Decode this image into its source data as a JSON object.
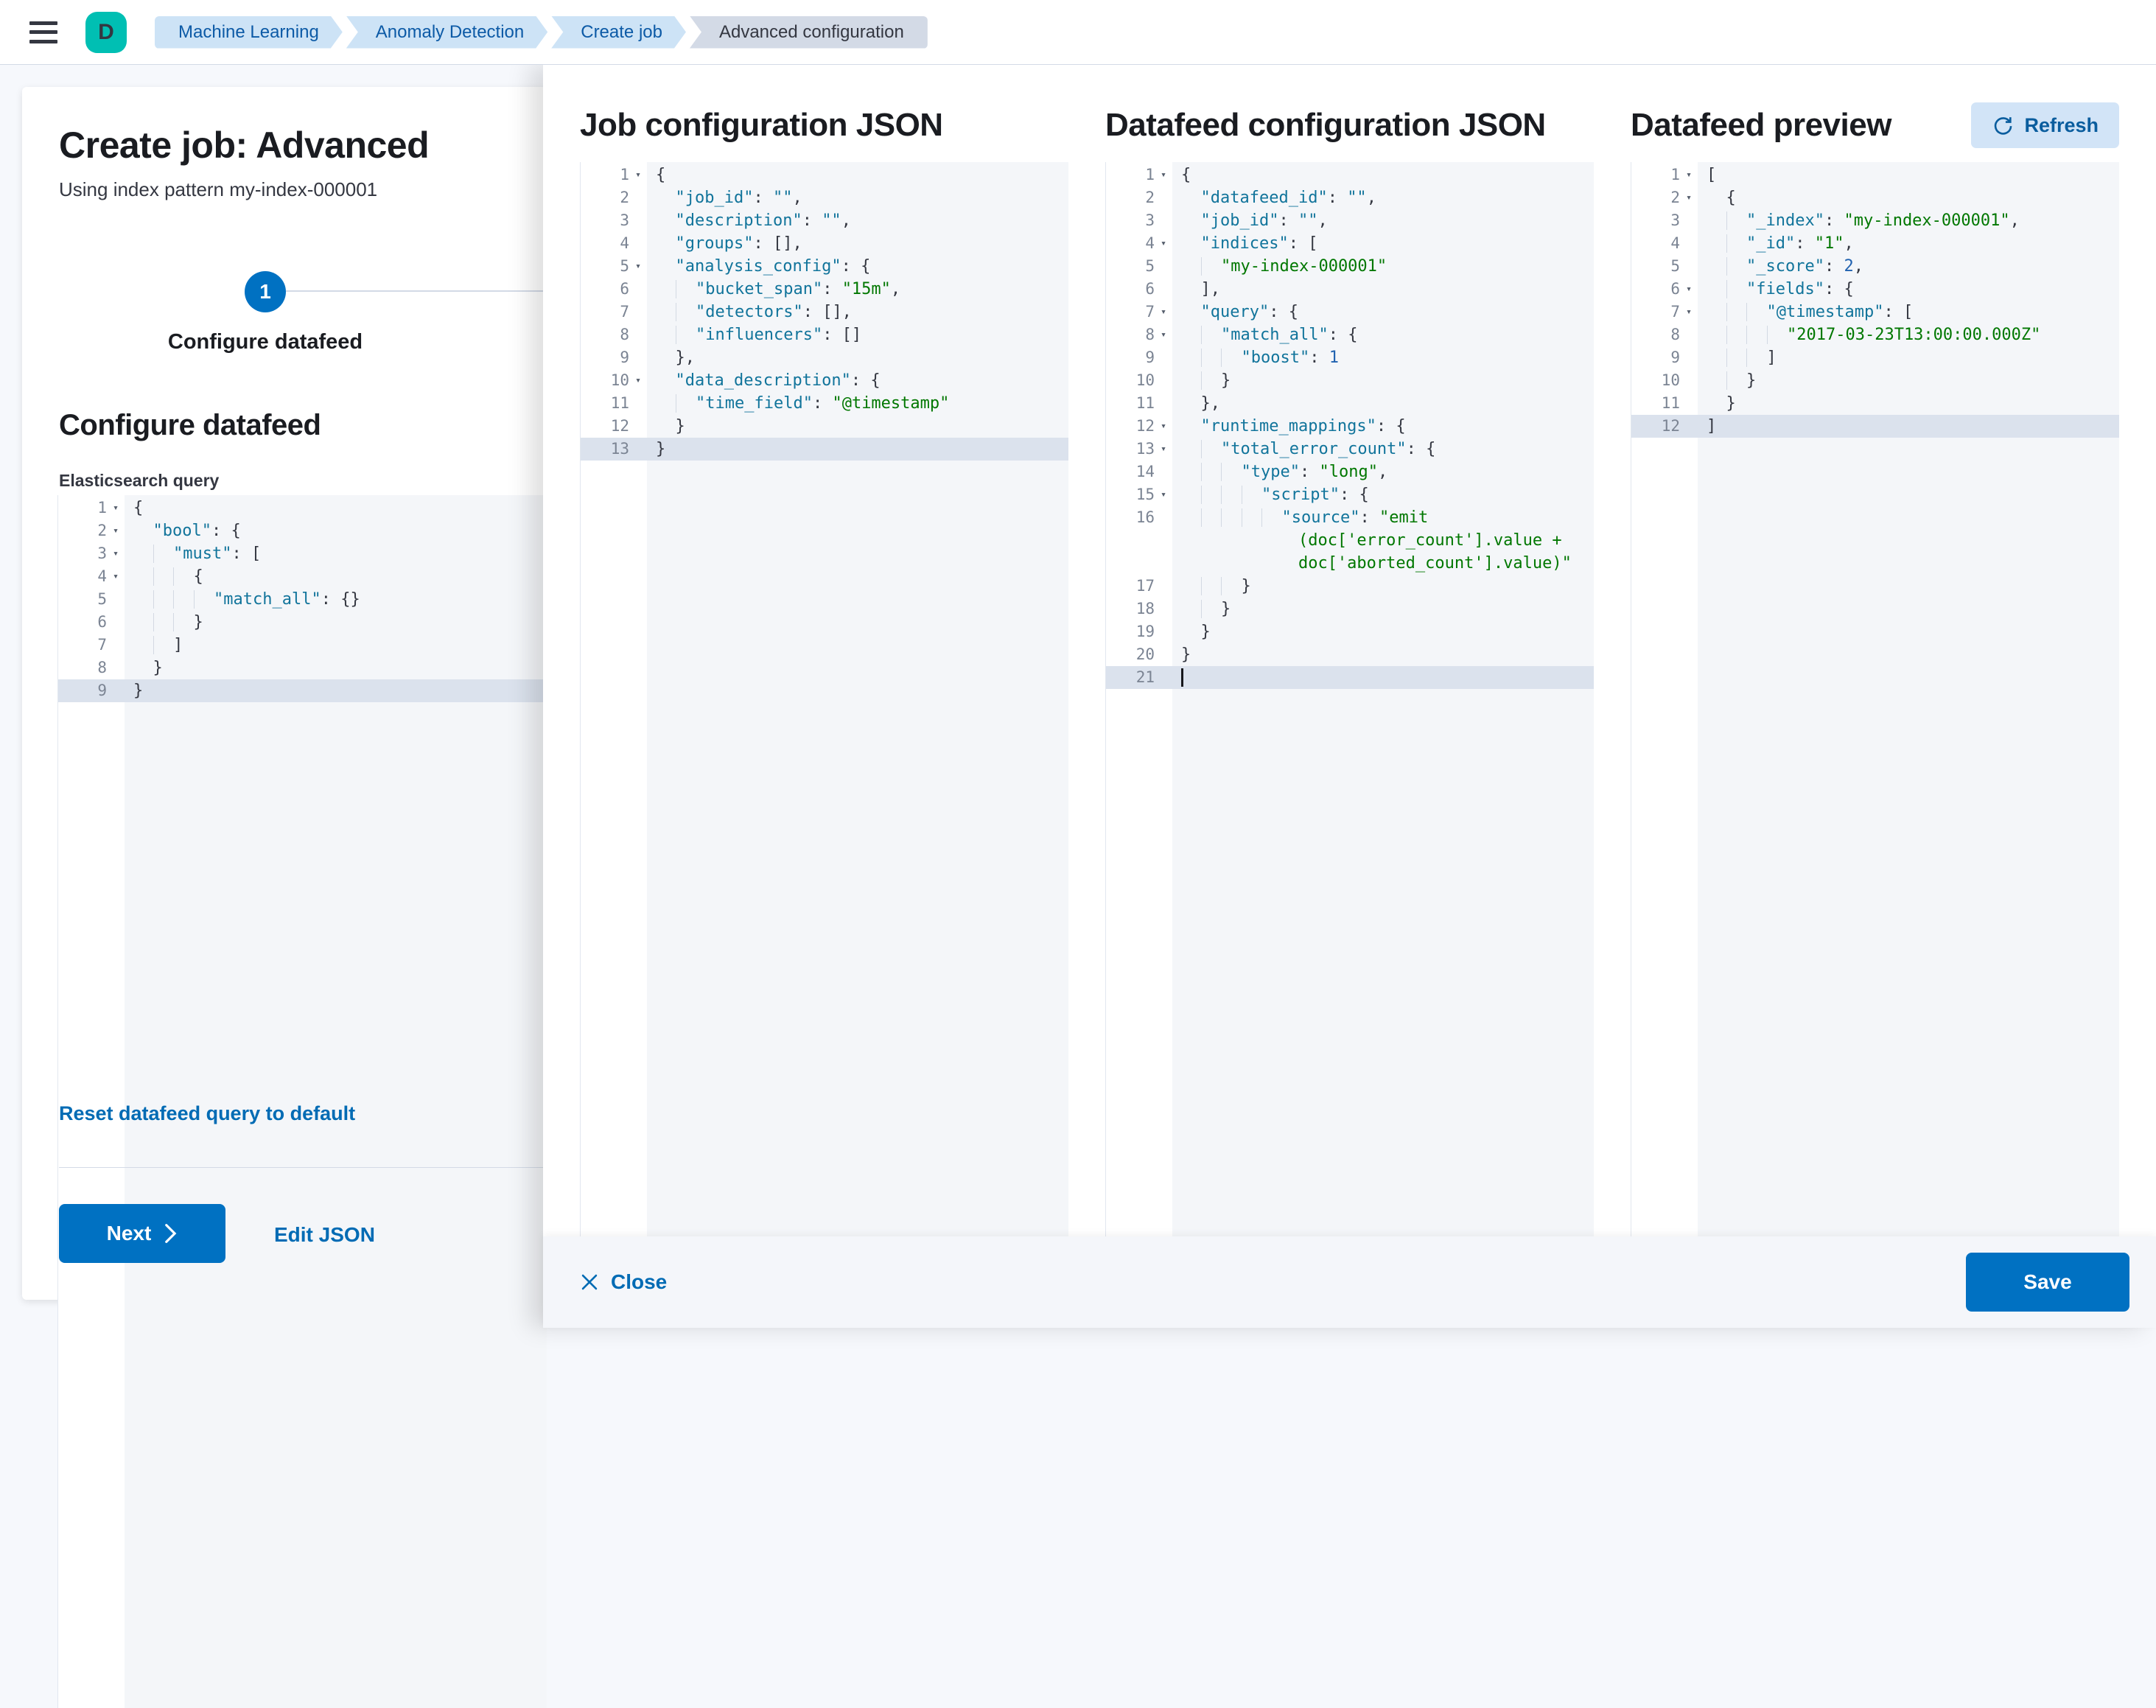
{
  "header": {
    "avatar_initial": "D",
    "breadcrumbs": [
      {
        "label": "Machine Learning"
      },
      {
        "label": "Anomaly Detection"
      },
      {
        "label": "Create job"
      },
      {
        "label": "Advanced configuration"
      }
    ]
  },
  "wizard": {
    "title": "Create job: Advanced",
    "subtitle": "Using index pattern my-index-000001",
    "step_number": "1",
    "step_label": "Configure datafeed",
    "section_heading": "Configure datafeed",
    "query_label": "Elasticsearch query",
    "reset_link": "Reset datafeed query to default",
    "next_button": "Next",
    "edit_json_link": "Edit JSON"
  },
  "flyout": {
    "col1_title": "Job configuration JSON",
    "col2_title": "Datafeed configuration JSON",
    "col3_title": "Datafeed preview",
    "refresh_button": "Refresh",
    "close_button": "Close",
    "save_button": "Save"
  },
  "colors": {
    "primary_button": "#0071C2",
    "link": "#006BB4",
    "avatar": "#00BFB3",
    "breadcrumb_blue_bg": "#CDE3F6",
    "breadcrumb_blue_text": "#0C5AA6",
    "breadcrumb_current_bg": "#D3DAE6",
    "editor_background": "#F4F6F9",
    "active_line": "#DBE2ED",
    "syntax_key": "#11749B",
    "syntax_string": "#007700",
    "syntax_number": "#2062B0"
  },
  "editors": {
    "es_query": {
      "lines": [
        {
          "n": "1",
          "fold": true,
          "ind": 0,
          "tok": [
            [
              "p",
              "{"
            ]
          ]
        },
        {
          "n": "2",
          "fold": true,
          "ind": 2,
          "tok": [
            [
              "k",
              "\"bool\""
            ],
            [
              "p",
              ": {"
            ]
          ]
        },
        {
          "n": "3",
          "fold": true,
          "ind": 4,
          "tok": [
            [
              "k",
              "\"must\""
            ],
            [
              "p",
              ": ["
            ]
          ]
        },
        {
          "n": "4",
          "fold": true,
          "ind": 6,
          "tok": [
            [
              "p",
              "{"
            ]
          ]
        },
        {
          "n": "5",
          "ind": 8,
          "tok": [
            [
              "k",
              "\"match_all\""
            ],
            [
              "p",
              ": {}"
            ]
          ]
        },
        {
          "n": "6",
          "ind": 6,
          "tok": [
            [
              "p",
              "}"
            ]
          ]
        },
        {
          "n": "7",
          "ind": 4,
          "tok": [
            [
              "p",
              "]"
            ]
          ]
        },
        {
          "n": "8",
          "ind": 2,
          "tok": [
            [
              "p",
              "}"
            ]
          ]
        },
        {
          "n": "9",
          "ind": 0,
          "active": true,
          "tok": [
            [
              "p",
              "}"
            ]
          ]
        }
      ]
    },
    "job_config": {
      "lines": [
        {
          "n": "1",
          "fold": true,
          "ind": 0,
          "tok": [
            [
              "p",
              "{"
            ]
          ]
        },
        {
          "n": "2",
          "ind": 2,
          "tok": [
            [
              "k",
              "\"job_id\""
            ],
            [
              "p",
              ": "
            ],
            [
              "k",
              "\"\""
            ],
            [
              "p",
              ","
            ]
          ]
        },
        {
          "n": "3",
          "ind": 2,
          "tok": [
            [
              "k",
              "\"description\""
            ],
            [
              "p",
              ": "
            ],
            [
              "k",
              "\"\""
            ],
            [
              "p",
              ","
            ]
          ]
        },
        {
          "n": "4",
          "ind": 2,
          "tok": [
            [
              "k",
              "\"groups\""
            ],
            [
              "p",
              ": [],"
            ]
          ]
        },
        {
          "n": "5",
          "fold": true,
          "ind": 2,
          "tok": [
            [
              "k",
              "\"analysis_config\""
            ],
            [
              "p",
              ": {"
            ]
          ]
        },
        {
          "n": "6",
          "ind": 4,
          "tok": [
            [
              "k",
              "\"bucket_span\""
            ],
            [
              "p",
              ": "
            ],
            [
              "s",
              "\"15m\""
            ],
            [
              "p",
              ","
            ]
          ]
        },
        {
          "n": "7",
          "ind": 4,
          "tok": [
            [
              "k",
              "\"detectors\""
            ],
            [
              "p",
              ": [],"
            ]
          ]
        },
        {
          "n": "8",
          "ind": 4,
          "tok": [
            [
              "k",
              "\"influencers\""
            ],
            [
              "p",
              ": []"
            ]
          ]
        },
        {
          "n": "9",
          "ind": 2,
          "tok": [
            [
              "p",
              "},"
            ]
          ]
        },
        {
          "n": "10",
          "fold": true,
          "ind": 2,
          "tok": [
            [
              "k",
              "\"data_description\""
            ],
            [
              "p",
              ": {"
            ]
          ]
        },
        {
          "n": "11",
          "ind": 4,
          "tok": [
            [
              "k",
              "\"time_field\""
            ],
            [
              "p",
              ": "
            ],
            [
              "s",
              "\"@timestamp\""
            ]
          ]
        },
        {
          "n": "12",
          "ind": 2,
          "tok": [
            [
              "p",
              "}"
            ]
          ]
        },
        {
          "n": "13",
          "ind": 0,
          "active": true,
          "tok": [
            [
              "p",
              "}"
            ]
          ]
        }
      ]
    },
    "datafeed_config": {
      "lines": [
        {
          "n": "1",
          "fold": true,
          "ind": 0,
          "tok": [
            [
              "p",
              "{"
            ]
          ]
        },
        {
          "n": "2",
          "ind": 2,
          "tok": [
            [
              "k",
              "\"datafeed_id\""
            ],
            [
              "p",
              ": "
            ],
            [
              "k",
              "\"\""
            ],
            [
              "p",
              ","
            ]
          ]
        },
        {
          "n": "3",
          "ind": 2,
          "tok": [
            [
              "k",
              "\"job_id\""
            ],
            [
              "p",
              ": "
            ],
            [
              "k",
              "\"\""
            ],
            [
              "p",
              ","
            ]
          ]
        },
        {
          "n": "4",
          "fold": true,
          "ind": 2,
          "tok": [
            [
              "k",
              "\"indices\""
            ],
            [
              "p",
              ": ["
            ]
          ]
        },
        {
          "n": "5",
          "ind": 4,
          "tok": [
            [
              "s",
              "\"my-index-000001\""
            ]
          ]
        },
        {
          "n": "6",
          "ind": 2,
          "tok": [
            [
              "p",
              "],"
            ]
          ]
        },
        {
          "n": "7",
          "fold": true,
          "ind": 2,
          "tok": [
            [
              "k",
              "\"query\""
            ],
            [
              "p",
              ": {"
            ]
          ]
        },
        {
          "n": "8",
          "fold": true,
          "ind": 4,
          "tok": [
            [
              "k",
              "\"match_all\""
            ],
            [
              "p",
              ": {"
            ]
          ]
        },
        {
          "n": "9",
          "ind": 6,
          "tok": [
            [
              "k",
              "\"boost\""
            ],
            [
              "p",
              ": "
            ],
            [
              "n",
              "1"
            ]
          ]
        },
        {
          "n": "10",
          "ind": 4,
          "tok": [
            [
              "p",
              "}"
            ]
          ]
        },
        {
          "n": "11",
          "ind": 2,
          "tok": [
            [
              "p",
              "},"
            ]
          ]
        },
        {
          "n": "12",
          "fold": true,
          "ind": 2,
          "tok": [
            [
              "k",
              "\"runtime_mappings\""
            ],
            [
              "p",
              ": {"
            ]
          ]
        },
        {
          "n": "13",
          "fold": true,
          "ind": 4,
          "tok": [
            [
              "k",
              "\"total_error_count\""
            ],
            [
              "p",
              ": {"
            ]
          ]
        },
        {
          "n": "14",
          "ind": 6,
          "tok": [
            [
              "k",
              "\"type\""
            ],
            [
              "p",
              ": "
            ],
            [
              "s",
              "\"long\""
            ],
            [
              "p",
              ","
            ]
          ]
        },
        {
          "n": "15",
          "fold": true,
          "ind": 8,
          "tok": [
            [
              "k",
              "\"script\""
            ],
            [
              "p",
              ": {"
            ]
          ]
        },
        {
          "n": "16",
          "ind": 10,
          "tok": [
            [
              "k",
              "\"source\""
            ],
            [
              "p",
              ": "
            ],
            [
              "s",
              "\"emit"
            ]
          ]
        },
        {
          "n": "",
          "ind": 0,
          "tok": [
            [
              "w",
              "            "
            ],
            [
              "s",
              "(doc['error_count'].value +"
            ]
          ]
        },
        {
          "n": "",
          "ind": 0,
          "tok": [
            [
              "w",
              "            "
            ],
            [
              "s",
              "doc['aborted_count'].value)\""
            ]
          ]
        },
        {
          "n": "17",
          "ind": 6,
          "tok": [
            [
              "p",
              "}"
            ]
          ]
        },
        {
          "n": "18",
          "ind": 4,
          "tok": [
            [
              "p",
              "}"
            ]
          ]
        },
        {
          "n": "19",
          "ind": 2,
          "tok": [
            [
              "p",
              "}"
            ]
          ]
        },
        {
          "n": "20",
          "ind": 0,
          "tok": [
            [
              "p",
              "}"
            ]
          ]
        },
        {
          "n": "21",
          "ind": 0,
          "active": true,
          "cursor": true,
          "tok": []
        }
      ]
    },
    "datafeed_preview": {
      "lines": [
        {
          "n": "1",
          "fold": true,
          "ind": 0,
          "tok": [
            [
              "p",
              "["
            ]
          ]
        },
        {
          "n": "2",
          "fold": true,
          "ind": 2,
          "tok": [
            [
              "p",
              "{"
            ]
          ]
        },
        {
          "n": "3",
          "ind": 4,
          "tok": [
            [
              "k",
              "\"_index\""
            ],
            [
              "p",
              ": "
            ],
            [
              "s",
              "\"my-index-000001\""
            ],
            [
              "p",
              ","
            ]
          ]
        },
        {
          "n": "4",
          "ind": 4,
          "tok": [
            [
              "k",
              "\"_id\""
            ],
            [
              "p",
              ": "
            ],
            [
              "s",
              "\"1\""
            ],
            [
              "p",
              ","
            ]
          ]
        },
        {
          "n": "5",
          "ind": 4,
          "tok": [
            [
              "k",
              "\"_score\""
            ],
            [
              "p",
              ": "
            ],
            [
              "n",
              "2"
            ],
            [
              "p",
              ","
            ]
          ]
        },
        {
          "n": "6",
          "fold": true,
          "ind": 4,
          "tok": [
            [
              "k",
              "\"fields\""
            ],
            [
              "p",
              ": {"
            ]
          ]
        },
        {
          "n": "7",
          "fold": true,
          "ind": 6,
          "tok": [
            [
              "k",
              "\"@timestamp\""
            ],
            [
              "p",
              ": ["
            ]
          ]
        },
        {
          "n": "8",
          "ind": 8,
          "tok": [
            [
              "s",
              "\"2017-03-23T13:00:00.000Z\""
            ]
          ]
        },
        {
          "n": "9",
          "ind": 6,
          "tok": [
            [
              "p",
              "]"
            ]
          ]
        },
        {
          "n": "10",
          "ind": 4,
          "tok": [
            [
              "p",
              "}"
            ]
          ]
        },
        {
          "n": "11",
          "ind": 2,
          "tok": [
            [
              "p",
              "}"
            ]
          ]
        },
        {
          "n": "12",
          "ind": 0,
          "active": true,
          "tok": [
            [
              "p",
              "]"
            ]
          ]
        }
      ]
    }
  }
}
